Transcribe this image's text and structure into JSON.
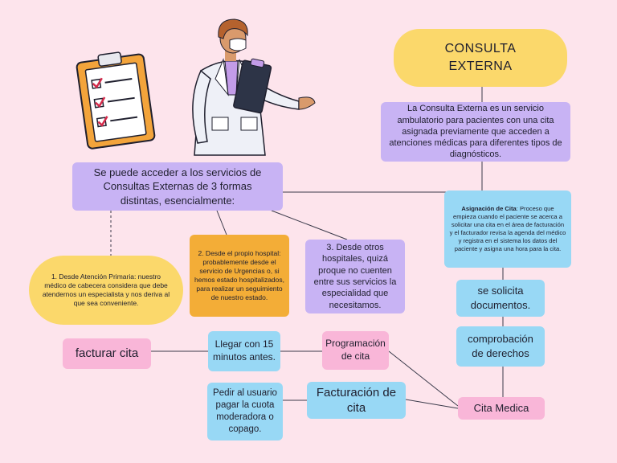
{
  "title": {
    "line1": "CONSULTA",
    "line2": "EXTERNA"
  },
  "intro": "La Consulta Externa es un servicio ambulatorio para pacientes con una cita asignada previamente que acceden a atenciones médicas para diferentes tipos de diagnósticos.",
  "access": "Se puede acceder a los servicios de Consultas Externas de 3 formas distintas, esencialmente:",
  "way1": "1.    Desde Atención Primaria: nuestro médico de cabecera considera que debe atendernos un especialista y nos deriva al que sea conveniente.",
  "way2": "2. Desde el propio hospital: probablemente desde el servicio de Urgencias o, si hemos estado hospitalizados, para realizar un seguimiento de nuestro estado.",
  "way3": "3. Desde otros hospitales, quizá proque no cuenten entre sus servicios la especialidad que necesitamos.",
  "asignacion": {
    "label": "Asignación de Cita",
    "text": ": Proceso que empieza cuando el paciente se acerca a solicitar una cita en el área de facturación y el facturador revisa la agenda del médico y registra en el sistema los datos del paciente y asigna una hora para la cita."
  },
  "solicita": "se solicita documentos.",
  "comprobacion": "comprobación de derechos",
  "cita_medica": "Cita Medica",
  "programacion": "Programación de cita",
  "llegar": "Llegar con 15 minutos antes.",
  "facturar": "facturar cita",
  "facturacion": "Facturación de cita",
  "pedir": "Pedir al usuario pagar la cuota moderadora o copago.",
  "colors": {
    "background": "#fde4ec",
    "purple": "#c8b3f4",
    "yellow": "#fbd86b",
    "orange": "#f3ad37",
    "blue": "#98d8f5",
    "pink": "#f9b6d8"
  }
}
